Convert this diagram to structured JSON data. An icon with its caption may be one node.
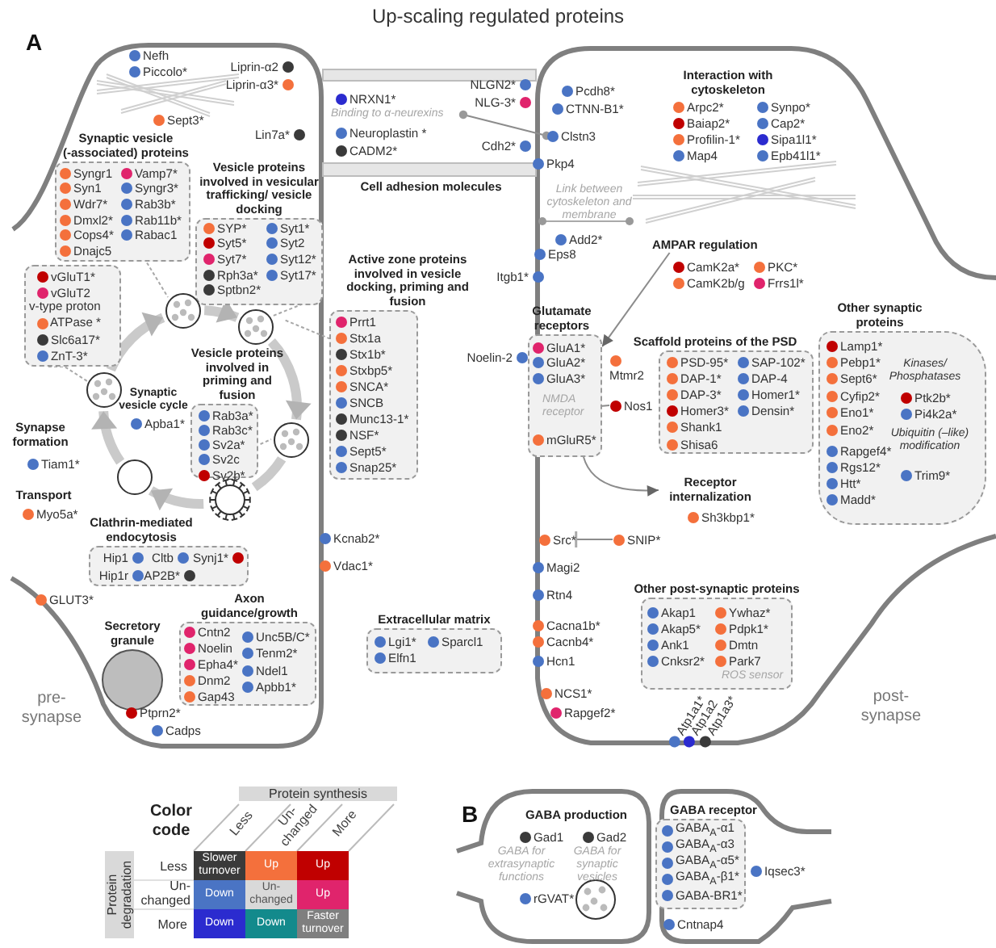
{
  "diagram": {
    "title": "Up-scaling regulated proteins",
    "nodes": [
      {
        "text": [
          "Nefh"
        ]
      },
      {
        "text": [
          "Piccolo*"
        ]
      },
      {
        "text": [
          "Liprin-α2"
        ]
      },
      {
        "text": [
          "Liprin-α3*"
        ]
      },
      {
        "text": [
          "Sept3*"
        ]
      },
      {
        "text": [
          "Lin7a*"
        ]
      },
      {
        "text": [
          "Synaptic vesicle (-associated) proteins"
        ]
      },
      {
        "text": [
          "Syngr1"
        ],
        "in": 6
      },
      {
        "text": [
          "Syn1"
        ],
        "in": 6
      },
      {
        "text": [
          "Wdr7*"
        ],
        "in": 6
      },
      {
        "text": [
          "Dmxl2*"
        ],
        "in": 6
      },
      {
        "text": [
          "Cops4*"
        ],
        "in": 6
      },
      {
        "text": [
          "Dnajc5"
        ],
        "in": 6
      },
      {
        "text": [
          "Vamp7*"
        ],
        "in": 6
      },
      {
        "text": [
          "Syngr3*"
        ],
        "in": 6
      },
      {
        "text": [
          "Rab3b*"
        ],
        "in": 6
      },
      {
        "text": [
          "Rab11b*"
        ],
        "in": 6
      },
      {
        "text": [
          "Rabac1"
        ],
        "in": 6
      },
      {
        "text": [
          "Vesicle proteins involved in vesicular trafficking/ vesicle docking"
        ]
      },
      {
        "text": [
          "SYP*"
        ],
        "in": 18
      },
      {
        "text": [
          "Syt5*"
        ],
        "in": 18
      },
      {
        "text": [
          "Syt7*"
        ],
        "in": 18
      },
      {
        "text": [
          "Rph3a*"
        ],
        "in": 18
      },
      {
        "text": [
          "Sptbn2*"
        ],
        "in": 18
      },
      {
        "text": [
          "Syt1*"
        ],
        "in": 18
      },
      {
        "text": [
          "Syt2"
        ],
        "in": 18
      },
      {
        "text": [
          "Syt12*"
        ],
        "in": 18
      },
      {
        "text": [
          "Syt17*"
        ],
        "in": 18
      },
      {
        "text": [],
        "shape": "box"
      },
      {
        "text": [
          "vGluT1*"
        ],
        "in": 28
      },
      {
        "text": [
          "vGluT2"
        ],
        "in": 28
      },
      {
        "text": [
          "v-type proton ATPase *"
        ],
        "in": 28
      },
      {
        "text": [
          "Slc6a17*"
        ],
        "in": 28
      },
      {
        "text": [
          "ZnT-3*"
        ],
        "in": 28
      },
      {
        "text": [
          "Active zone proteins involved in vesicle docking, priming and fusion"
        ]
      },
      {
        "text": [
          "Prrt1"
        ],
        "in": 34
      },
      {
        "text": [
          "Stx1a"
        ],
        "in": 34
      },
      {
        "text": [
          "Stx1b*"
        ],
        "in": 34
      },
      {
        "text": [
          "Stxbp5*"
        ],
        "in": 34
      },
      {
        "text": [
          "SNCA*"
        ],
        "in": 34
      },
      {
        "text": [
          "SNCB"
        ],
        "in": 34
      },
      {
        "text": [
          "Munc13-1*"
        ],
        "in": 34
      },
      {
        "text": [
          "NSF*"
        ],
        "in": 34
      },
      {
        "text": [
          "Sept5*"
        ],
        "in": 34
      },
      {
        "text": [
          "Snap25*"
        ],
        "in": 34
      },
      {
        "text": [],
        "shape": "circle"
      },
      {
        "text": [],
        "shape": "circle"
      },
      {
        "text": [],
        "shape": "circle"
      },
      {
        "text": [],
        "shape": "circle"
      },
      {
        "text": [],
        "shape": "circle"
      },
      {
        "text": [],
        "shape": "circle"
      },
      {
        "text": [
          "Vesicle proteins involved in priming and fusion"
        ]
      },
      {
        "text": [
          "Rab3a*"
        ],
        "in": 51
      },
      {
        "text": [
          "Rab3c*"
        ],
        "in": 51
      },
      {
        "text": [
          "Sv2a*"
        ],
        "in": 51
      },
      {
        "text": [
          "Sv2c"
        ],
        "in": 51
      },
      {
        "text": [
          "Sv2b*"
        ],
        "in": 51
      },
      {
        "text": [
          "Apba1*"
        ]
      },
      {
        "text": [
          "Tiam1*"
        ]
      },
      {
        "text": [
          "Myo5a*"
        ]
      },
      {
        "text": [
          "Clathrin-mediated endocytosis"
        ]
      },
      {
        "text": [
          "Hip1"
        ],
        "in": 60
      },
      {
        "text": [
          "Cltb"
        ],
        "in": 60
      },
      {
        "text": [
          "Synj1*"
        ],
        "in": 60
      },
      {
        "text": [
          "Hip1r"
        ],
        "in": 60
      },
      {
        "text": [
          "AP2B*"
        ],
        "in": 60
      },
      {
        "text": [
          "Kcnab2*"
        ]
      },
      {
        "text": [
          "Vdac1*"
        ]
      },
      {
        "text": [
          "GLUT3*"
        ]
      },
      {
        "text": [
          "Axon guidance/growth"
        ]
      },
      {
        "text": [
          "Cntn2"
        ],
        "in": 69
      },
      {
        "text": [
          "Noelin"
        ],
        "in": 69
      },
      {
        "text": [
          "Epha4*"
        ],
        "in": 69
      },
      {
        "text": [
          "Dnm2"
        ],
        "in": 69
      },
      {
        "text": [
          "Gap43"
        ],
        "in": 69
      },
      {
        "text": [
          "Unc5B/C*"
        ],
        "in": 69
      },
      {
        "text": [
          "Tenm2*"
        ],
        "in": 69
      },
      {
        "text": [
          "Ndel1"
        ],
        "in": 69
      },
      {
        "text": [
          "Apbb1*"
        ],
        "in": 69
      },
      {
        "text": [
          "Secretory granule"
        ]
      },
      {
        "text": [
          "Ptprn2*"
        ]
      },
      {
        "text": [
          "Cadps"
        ]
      },
      {
        "text": [
          "Extracellular matrix"
        ]
      },
      {
        "text": [
          "Lgi1*"
        ],
        "in": 82
      },
      {
        "text": [
          "Sparcl1"
        ],
        "in": 82
      },
      {
        "text": [
          "Elfn1"
        ],
        "in": 82
      },
      {
        "text": [
          "NRXN1*"
        ]
      },
      {
        "text": [
          "Binding to α-neurexins"
        ]
      },
      {
        "text": [
          "Neuroplastin *"
        ]
      },
      {
        "text": [
          "CADM2*"
        ]
      },
      {
        "text": [
          "NLGN2*"
        ]
      },
      {
        "text": [
          "NLG-3*"
        ]
      },
      {
        "text": [
          "Cdh2*"
        ]
      },
      {
        "text": [
          "Pcdh8*"
        ]
      },
      {
        "text": [
          "CTNN-B1*"
        ]
      },
      {
        "text": [
          "Clstn3"
        ]
      },
      {
        "text": [
          "Pkp4"
        ]
      },
      {
        "text": [
          "Add2*"
        ]
      },
      {
        "text": [
          "Eps8"
        ]
      },
      {
        "text": [
          "Itgb1*"
        ]
      },
      {
        "text": [
          "Arpc2*"
        ]
      },
      {
        "text": [
          "Baiap2*"
        ]
      },
      {
        "text": [
          "Profilin-1*"
        ]
      },
      {
        "text": [
          "Map4"
        ]
      },
      {
        "text": [
          "Synpo*"
        ]
      },
      {
        "text": [
          "Cap2*"
        ]
      },
      {
        "text": [
          "Sipa1l1*"
        ]
      },
      {
        "text": [
          "Epb41l1*"
        ]
      },
      {
        "text": [
          "AMPAR regulation"
        ]
      },
      {
        "text": [
          "CamK2a*"
        ]
      },
      {
        "text": [
          "CamK2b/g"
        ]
      },
      {
        "text": [
          "PKC*"
        ]
      },
      {
        "text": [
          "Frrs1l*"
        ]
      },
      {
        "text": [
          "Glutamate receptors"
        ]
      },
      {
        "text": [
          "GluA1*"
        ],
        "in": 113
      },
      {
        "text": [
          "GluA2*"
        ],
        "in": 113
      },
      {
        "text": [
          "GluA3*"
        ],
        "in": 113
      },
      {
        "text": [
          "NMDA receptor"
        ],
        "in": 113
      },
      {
        "text": [
          "mGluR5*"
        ],
        "in": 113
      },
      {
        "text": [
          "Noelin-2"
        ]
      },
      {
        "text": [
          "Mtmr2"
        ]
      },
      {
        "text": [
          "Nos1"
        ]
      },
      {
        "text": [
          "Scaffold proteins of the PSD"
        ]
      },
      {
        "text": [
          "PSD-95*"
        ],
        "in": 122
      },
      {
        "text": [
          "DAP-1*"
        ],
        "in": 122
      },
      {
        "text": [
          "DAP-3*"
        ],
        "in": 122
      },
      {
        "text": [
          "Homer3*"
        ],
        "in": 122
      },
      {
        "text": [
          "Shank1"
        ],
        "in": 122
      },
      {
        "text": [
          "Shisa6"
        ],
        "in": 122
      },
      {
        "text": [
          "SAP-102*"
        ],
        "in": 122
      },
      {
        "text": [
          "DAP-4"
        ],
        "in": 122
      },
      {
        "text": [
          "Homer1*"
        ],
        "in": 122
      },
      {
        "text": [
          "Densin*"
        ],
        "in": 122
      },
      {
        "text": [
          "Receptor internalization"
        ]
      },
      {
        "text": [
          "Sh3kbp1*"
        ]
      },
      {
        "text": [
          "Other synaptic proteins",
          "Kinases/ Phosphatases",
          "Ubiquitin (–like) modification"
        ]
      },
      {
        "text": [
          "Lamp1*"
        ],
        "in": 135
      },
      {
        "text": [
          "Pebp1*"
        ],
        "in": 135
      },
      {
        "text": [
          "Sept6*"
        ],
        "in": 135
      },
      {
        "text": [
          "Cyfip2*"
        ],
        "in": 135
      },
      {
        "text": [
          "Eno1*"
        ],
        "in": 135
      },
      {
        "text": [
          "Eno2*"
        ],
        "in": 135
      },
      {
        "text": [
          "Rapgef4*"
        ],
        "in": 135
      },
      {
        "text": [
          "Rgs12*"
        ],
        "in": 135
      },
      {
        "text": [
          "Htt*"
        ],
        "in": 135
      },
      {
        "text": [
          "Madd*"
        ],
        "in": 135
      },
      {
        "text": [
          "Ptk2b*"
        ],
        "in": 135
      },
      {
        "text": [
          "Pi4k2a*"
        ],
        "in": 135
      },
      {
        "text": [
          "Trim9*"
        ],
        "in": 135
      },
      {
        "text": [
          "Src*"
        ]
      },
      {
        "text": [
          "SNIP*"
        ]
      },
      {
        "text": [
          "Magi2"
        ]
      },
      {
        "text": [
          "Rtn4"
        ]
      },
      {
        "text": [
          "Cacna1b*"
        ]
      },
      {
        "text": [
          "Cacnb4*"
        ]
      },
      {
        "text": [
          "Hcn1"
        ]
      },
      {
        "text": [
          "NCS1*"
        ]
      },
      {
        "text": [
          "Rapgef2*"
        ]
      },
      {
        "text": [
          "Other post-synaptic proteins"
        ]
      },
      {
        "text": [
          "Akap1"
        ],
        "in": 158
      },
      {
        "text": [
          "Akap5*"
        ],
        "in": 158
      },
      {
        "text": [
          "Ank1"
        ],
        "in": 158
      },
      {
        "text": [
          "Cnksr2*"
        ],
        "in": 158
      },
      {
        "text": [
          "Ywhaz*"
        ],
        "in": 158
      },
      {
        "text": [
          "Pdpk1*"
        ],
        "in": 158
      },
      {
        "text": [
          "Dmtn"
        ],
        "in": 158
      },
      {
        "text": [
          "Park7"
        ],
        "in": 158,
        "beside": [
          "ROS sensor"
        ]
      },
      {
        "text": [
          "Atp1a1*"
        ]
      },
      {
        "text": [
          "Atp1a2"
        ]
      },
      {
        "text": [
          "Atp1a3*"
        ]
      },
      {
        "text": [
          "Gad1"
        ],
        "beside": [
          "GABA for extrasynaptic functions"
        ]
      },
      {
        "text": [
          "Gad2"
        ],
        "beside": [
          "GABA for synaptic vesicles"
        ]
      },
      {
        "text": [
          "rGVAT*"
        ]
      },
      {
        "text": [
          "GABA receptor"
        ]
      },
      {
        "text": [
          "GABA$_{A}$-α1"
        ],
        "in": 173
      },
      {
        "text": [
          "GABA$_{A}$-α3"
        ],
        "in": 173
      },
      {
        "text": [
          "GABA$_{A}$-α5*"
        ],
        "in": 173
      },
      {
        "text": [
          "GABA$_{A}$-β1*"
        ],
        "in": 173
      },
      {
        "text": [
          "GABA-BR1*"
        ],
        "in": 173
      },
      {
        "text": [
          "Iqsec3*"
        ]
      },
      {
        "text": [
          "Cntnap4"
        ]
      }
    ],
    "edges": [
      {
        "from": 87,
        "to": 95,
        "arrow": "other"
      },
      {
        "from": 108,
        "to": 113,
        "arrow": "to"
      },
      {
        "from": 117,
        "to": 121,
        "arrow": "other"
      },
      {
        "from": 113,
        "to": 133,
        "arrow": "to"
      },
      {
        "from": 150,
        "to": 149,
        "arrow": "other"
      },
      {
        "from": 45,
        "to": 46,
        "arrow": "to"
      },
      {
        "from": 46,
        "to": 47,
        "arrow": "to"
      },
      {
        "from": 47,
        "to": 48,
        "arrow": "to"
      },
      {
        "from": 48,
        "to": 49,
        "arrow": "none"
      },
      {
        "from": 49,
        "to": 50,
        "arrow": "to"
      },
      {
        "from": 50,
        "to": 45,
        "arrow": "to"
      }
    ],
    "labels": [
      "A",
      "Cell adhesion molecules",
      "Link between cytoskeleton and membrane",
      "Synaptic vesicle cycle",
      "Synapse formation",
      "Transport",
      "pre- synapse",
      "post- synapse",
      "Color code",
      "Protein synthesis",
      "Less",
      "Un- changed",
      "More",
      "Protein degradation",
      "Less",
      "Un- changed",
      "More",
      "B",
      "Interaction with cytoskeleton",
      "GABA production"
    ],
    "legend": [
      {
        "text": "Slower turnover",
        "color": "#3a3a3a"
      },
      {
        "text": "Up",
        "color": "#f4703c"
      },
      {
        "text": "Up",
        "color": "#c00000"
      },
      {
        "text": "Down",
        "color": "#4a74c4"
      },
      {
        "text": "Un- changed",
        "color": "#d9d9d9"
      },
      {
        "text": "Up",
        "color": "#e0246c"
      },
      {
        "text": "Down",
        "color": "#2b2bcf"
      },
      {
        "text": "Down",
        "color": "#138a8c"
      },
      {
        "text": "Faster turnover",
        "color": "#7f7f7f"
      }
    ]
  }
}
